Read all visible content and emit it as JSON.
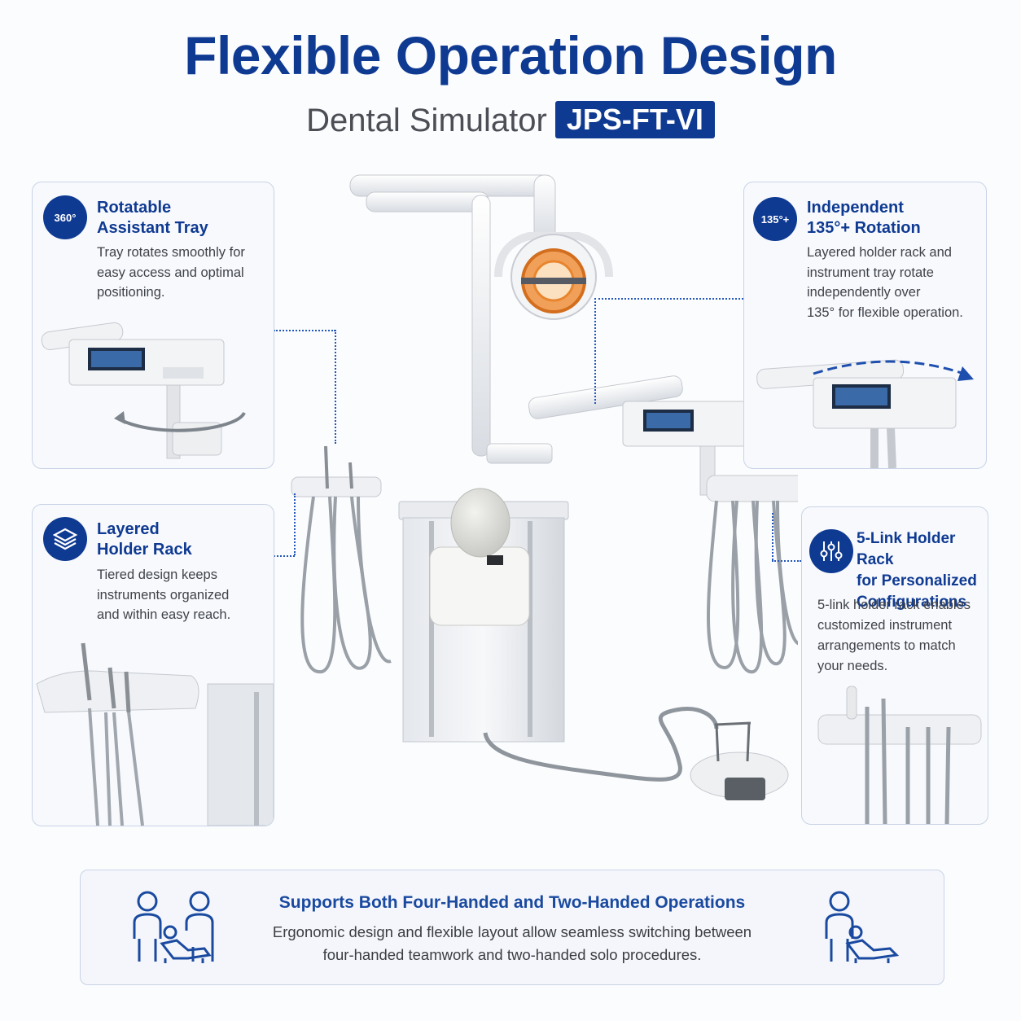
{
  "header": {
    "title": "Flexible Operation Design",
    "subtitle": "Dental Simulator",
    "model": "JPS-FT-VI"
  },
  "cards": {
    "rotatable": {
      "icon_label": "360°",
      "title_line1": "Rotatable",
      "title_line2": "Assistant Tray",
      "desc": [
        "Tray rotates smoothly for",
        "easy access and optimal",
        "positioning."
      ]
    },
    "layered": {
      "title_line1": "Layered",
      "title_line2": "Holder Rack",
      "desc": [
        "Tiered design keeps",
        "instruments organized",
        "and within easy reach."
      ]
    },
    "independent": {
      "icon_label": "135°+",
      "title_line1": "Independent",
      "title_line2": "135°+ Rotation",
      "desc": [
        "Layered holder rack and",
        "instrument tray rotate",
        "independently over",
        "135° for flexible operation."
      ]
    },
    "five_link": {
      "title_line1": "5-Link Holder Rack",
      "title_line2": "for Personalized",
      "title_line3": "Configurations",
      "desc": [
        "5-link holder rack enables",
        "customized instrument",
        "arrangements to match",
        "your needs."
      ]
    }
  },
  "banner": {
    "title": "Supports Both Four-Handed and Two-Handed Operations",
    "desc_line1": "Ergonomic design and flexible layout allow seamless switching between",
    "desc_line2": "four-handed teamwork and two-handed solo procedures."
  },
  "icons": {
    "rotatable": "rotate-360-icon",
    "layered": "layers-icon",
    "independent": "rotate-135-icon",
    "five_link": "sliders-icon",
    "four_handed": "four-handed-operation-icon",
    "two_handed": "two-handed-operation-icon"
  },
  "colors": {
    "brand_blue": "#0f3a92",
    "lamp_orange": "#e8852e"
  }
}
